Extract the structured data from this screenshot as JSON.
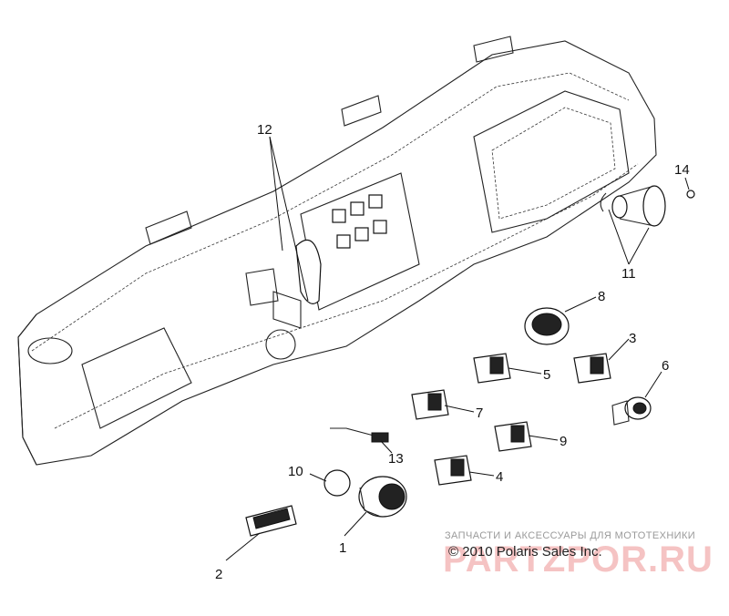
{
  "callouts": [
    "1",
    "2",
    "3",
    "4",
    "5",
    "6",
    "7",
    "8",
    "9",
    "10",
    "11",
    "12",
    "13",
    "14"
  ],
  "watermark": {
    "caption": "ЗАПЧАСТИ И АКСЕССУАРЫ ДЛЯ МОТОТЕХНИКИ",
    "copyright": "© 2010 Polaris Sales Inc.",
    "brand": "PARTZPOR.RU"
  }
}
